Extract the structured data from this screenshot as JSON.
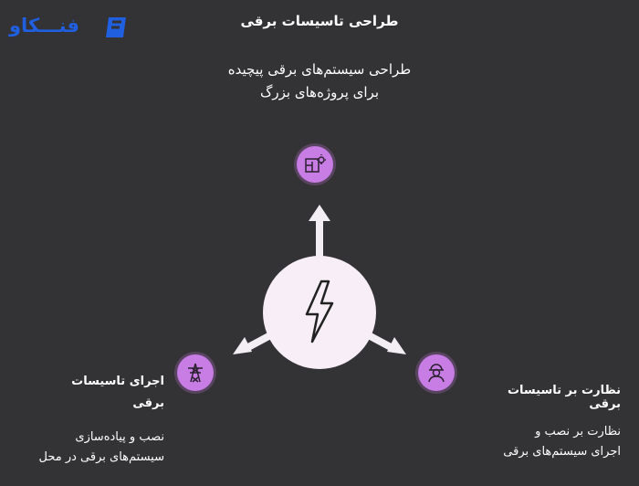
{
  "brand": {
    "logo_text": "فنـــکاو"
  },
  "title": "طراحی تاسیسات برقی",
  "top": {
    "desc_line1": "طراحی سیستم‌های برقی پیچیده",
    "desc_line2": "برای پروژه‌های بزرگ"
  },
  "left": {
    "title_line1": "اجرای تاسیسات",
    "title_line2": "برقی",
    "desc_line1": "نصب و پیاده‌سازی",
    "desc_line2": "سیستم‌های برقی در محل"
  },
  "right": {
    "title": "نظارت بر تاسیسات برقی",
    "desc_line1": "نظارت بر نصب و",
    "desc_line2": "اجرای سیستم‌های برقی"
  },
  "colors": {
    "background": "#333234",
    "node": "#c77de3",
    "hub": "#f7eef7",
    "brand": "#1f5fe0",
    "arrow": "#f3eef3"
  },
  "icons": {
    "center": "lightning-bolt-icon",
    "top": "blueprint-icon",
    "left": "power-tower-icon",
    "right": "engineer-icon"
  }
}
